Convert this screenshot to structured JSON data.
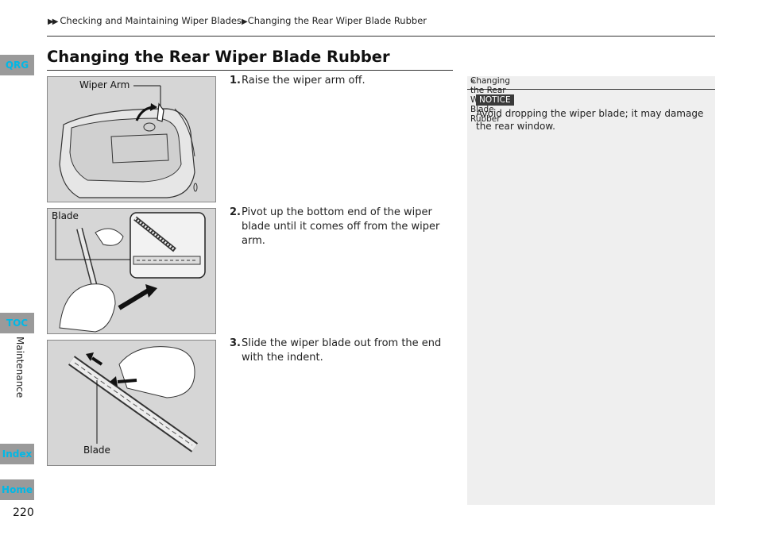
{
  "breadcrumb": {
    "arrows": "▶▶",
    "section": "Checking and Maintaining Wiper Blades",
    "sep": "▶",
    "page": "Changing the Rear Wiper Blade Rubber"
  },
  "page_title": "Changing the Rear Wiper Blade Rubber",
  "side_tabs": {
    "qrg": "QRG",
    "toc": "TOC",
    "index": "Index",
    "home": "Home"
  },
  "side_chapter": "Maintenance",
  "page_number": "220",
  "figures": {
    "fig1_label": "Wiper Arm",
    "fig2_label": "Blade",
    "fig3_label": "Blade"
  },
  "steps": [
    {
      "num": "1.",
      "text": "Raise the wiper arm off."
    },
    {
      "num": "2.",
      "text": "Pivot up the bottom end of the wiper blade until it comes off from the wiper arm."
    },
    {
      "num": "3.",
      "text": "Slide the wiper blade out from the end with the indent."
    }
  ],
  "side_note": {
    "ref_icon": "»",
    "heading": "Changing the Rear Wiper Blade Rubber",
    "badge": "NOTICE",
    "text": "Avoid dropping the wiper blade; it may damage the rear window."
  },
  "colors": {
    "tab_bg": "#9a9a9a",
    "tab_text": "#00b8e6",
    "note_bg": "#efefef",
    "figure_bg": "#d6d6d6"
  }
}
